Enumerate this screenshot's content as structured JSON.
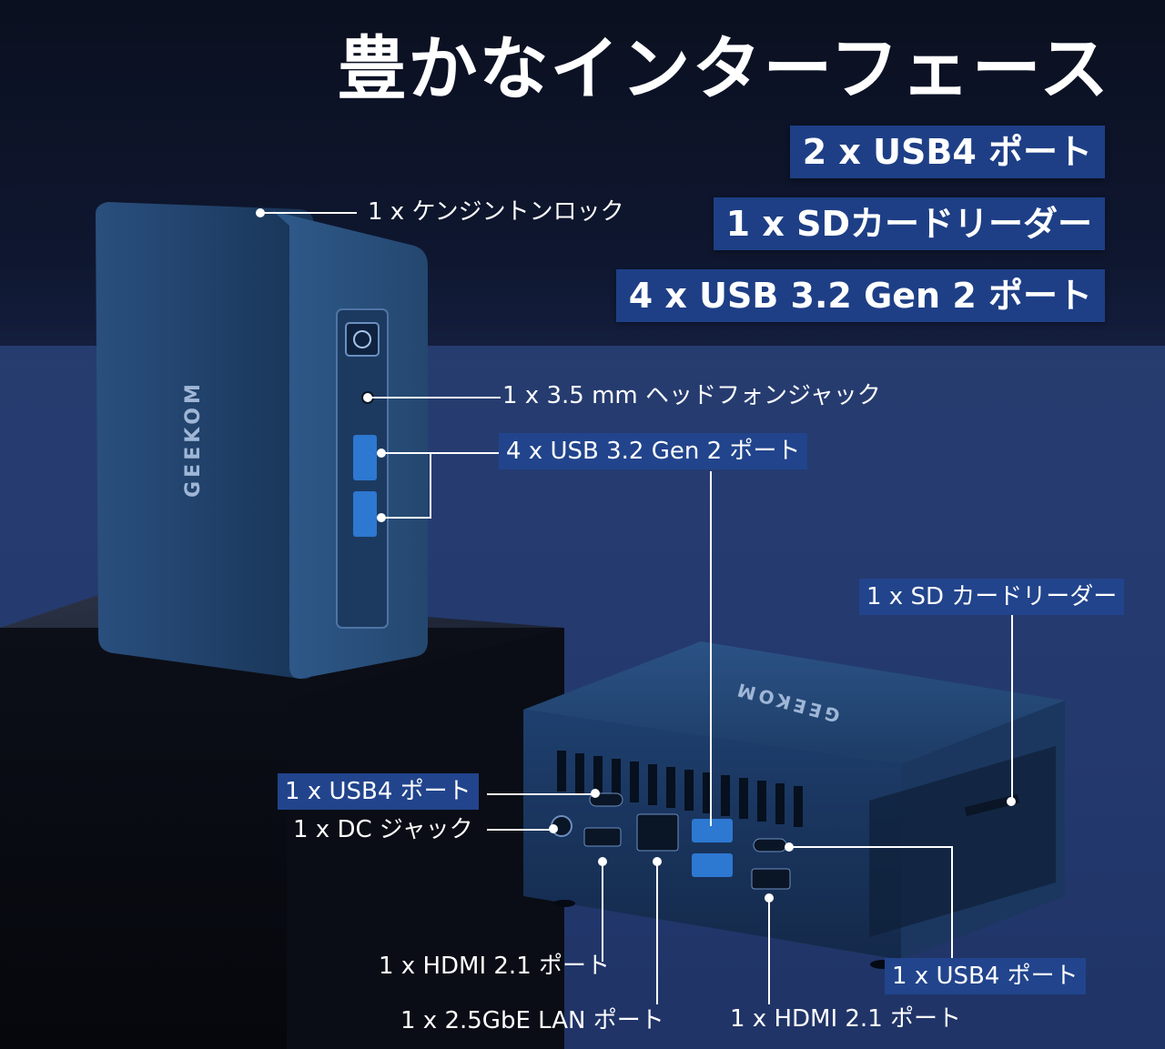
{
  "title": "豊かなインターフェース",
  "badges": [
    "2 x USB4 ポート",
    "1 x SDカードリーダー",
    "4 x USB 3.2 Gen 2 ポート"
  ],
  "brand": "GEEKOM",
  "callouts": {
    "kensington": "1 x ケンジントンロック",
    "headphone": "1 x 3.5 mm ヘッドフォンジャック",
    "usb32": "4 x USB 3.2 Gen 2 ポート",
    "sd": "1 x SD カードリーダー",
    "usb4_left": "1 x USB4 ポート",
    "dc": "1 x DC ジャック",
    "hdmi_left": "1 x HDMI 2.1 ポート",
    "lan": "1 x 2.5GbE LAN ポート",
    "hdmi_right": "1 x HDMI 2.1 ポート",
    "usb4_right": "1 x USB4 ポート"
  }
}
